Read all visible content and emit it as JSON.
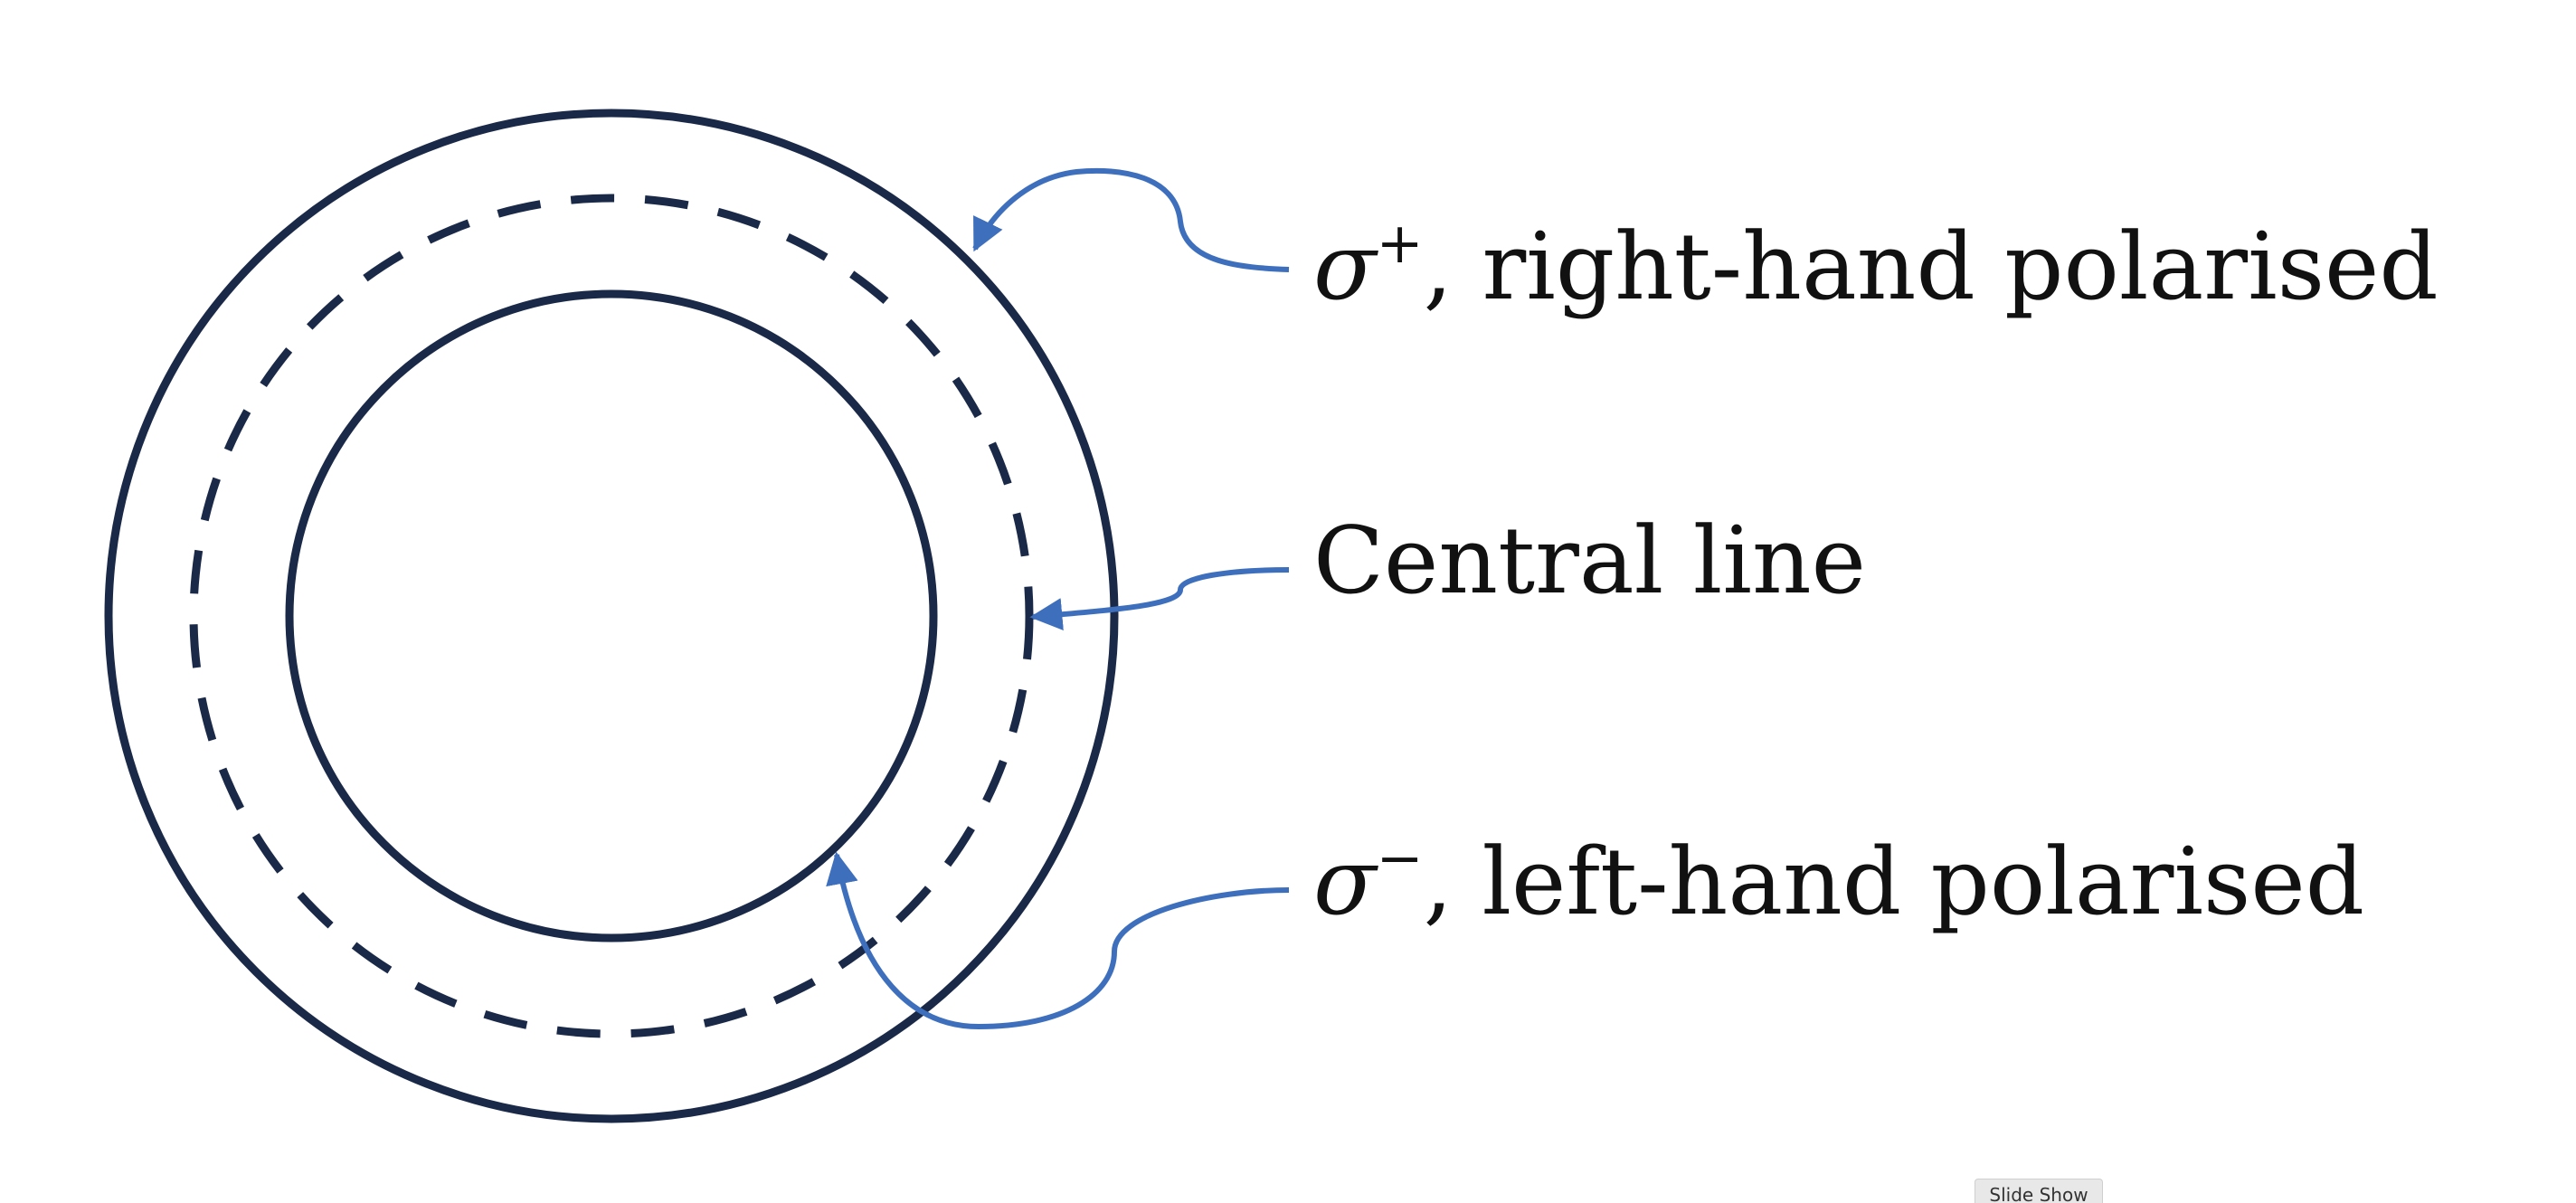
{
  "labels": {
    "sigma_plus": {
      "symbol": "σ",
      "superscript": "+",
      "text": ", right-hand polarised"
    },
    "central": {
      "text": "Central line"
    },
    "sigma_minus": {
      "symbol": "σ",
      "superscript": "−",
      "text": ", left-hand polarised"
    }
  },
  "colors": {
    "circle": "#1a2947",
    "arrow": "#3e6fbd",
    "text": "#111111"
  },
  "controls": {
    "slide_show_label": "Slide Show"
  }
}
